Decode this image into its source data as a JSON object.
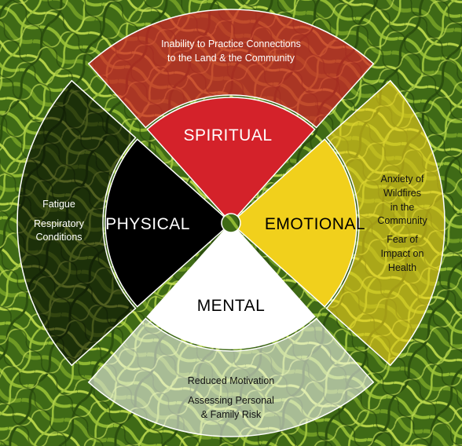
{
  "colors": {
    "spiritual": "#d4222a",
    "emotional": "#f1d01c",
    "mental": "#ffffff",
    "physical": "#000000",
    "foliage_dark": "#2f5410",
    "foliage_light": "#a3c53a"
  },
  "quadrants": {
    "spiritual": {
      "label": "SPIRITUAL",
      "impacts": [
        "Inability to Practice Connections",
        "to the Land & the Community"
      ]
    },
    "emotional": {
      "label": "EMOTIONAL",
      "impacts": [
        "Anxiety of",
        "Wildfires",
        "in the",
        "Community",
        "Fear of",
        "Impact on",
        "Health"
      ]
    },
    "mental": {
      "label": "MENTAL",
      "impacts": [
        "Reduced Motivation",
        "Assessing Personal",
        "& Family Risk"
      ]
    },
    "physical": {
      "label": "PHYSICAL",
      "impacts": [
        "Fatigue",
        "Respiratory",
        "Conditions"
      ]
    }
  }
}
